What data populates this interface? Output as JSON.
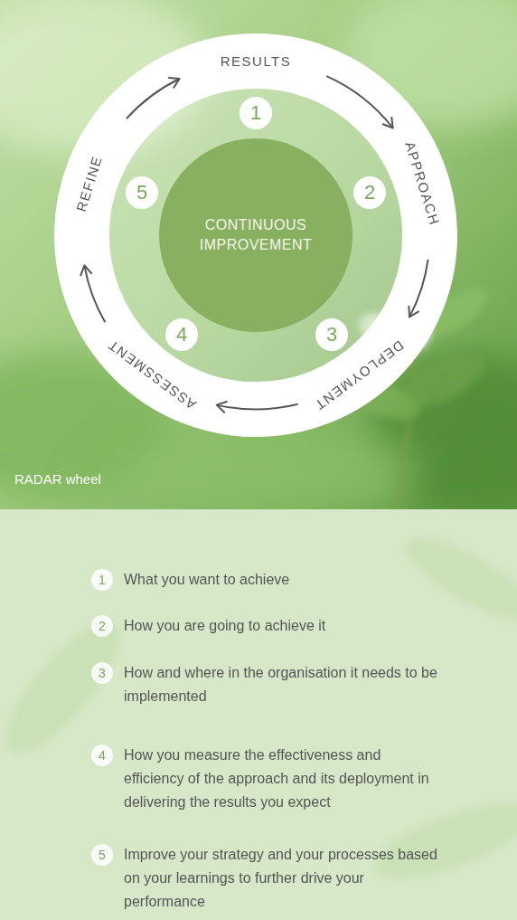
{
  "diagram": {
    "nodes": [
      {
        "text": [
          "CONTINUOUS IMPROVEMENT"
        ]
      }
    ],
    "labels": [
      "RESULTS",
      "APPROACH",
      "DEPLOYMENT",
      "ASSESSMENT",
      "REFINE",
      "1",
      "2",
      "3",
      "4",
      "5",
      "RADAR wheel",
      "1",
      "What you want to achieve",
      "2",
      "How you are going to achieve it",
      "3",
      "How and where in the organisation it needs to be implemented",
      "4",
      "How you measure the effectiveness and efficiency of the approach and its deployment in delivering the results you expect",
      "5",
      "Improve your strategy and your processes based on your learnings to further drive your performance"
    ]
  }
}
